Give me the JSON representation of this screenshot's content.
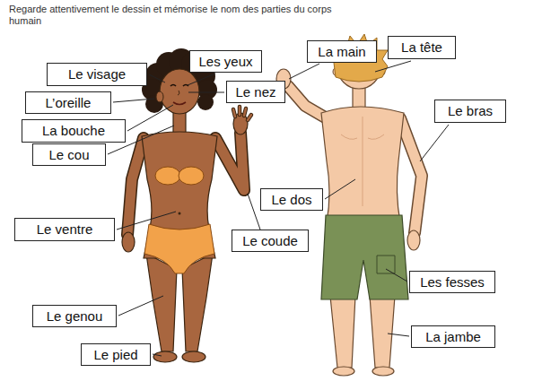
{
  "diagram": {
    "title": "Regarde attentivement le dessin et mémorise le nom des parties du corps humain",
    "nodes": [
      {
        "text": [
          "Le visage"
        ]
      },
      {
        "text": [
          "Les yeux"
        ]
      },
      {
        "text": [
          "La main"
        ]
      },
      {
        "text": [
          "La tête"
        ]
      },
      {
        "text": [
          "Le nez"
        ]
      },
      {
        "text": [
          "L’oreille"
        ]
      },
      {
        "text": [
          "La bouche"
        ]
      },
      {
        "text": [
          "Le bras"
        ]
      },
      {
        "text": [
          "Le cou"
        ]
      },
      {
        "text": [
          "Le dos"
        ]
      },
      {
        "text": [
          "Le ventre"
        ]
      },
      {
        "text": [
          "Le coude"
        ]
      },
      {
        "text": [
          "Les fesses"
        ]
      },
      {
        "text": [
          "Le genou"
        ]
      },
      {
        "text": [
          "La jambe"
        ]
      },
      {
        "text": [
          "Le pied"
        ]
      }
    ]
  }
}
